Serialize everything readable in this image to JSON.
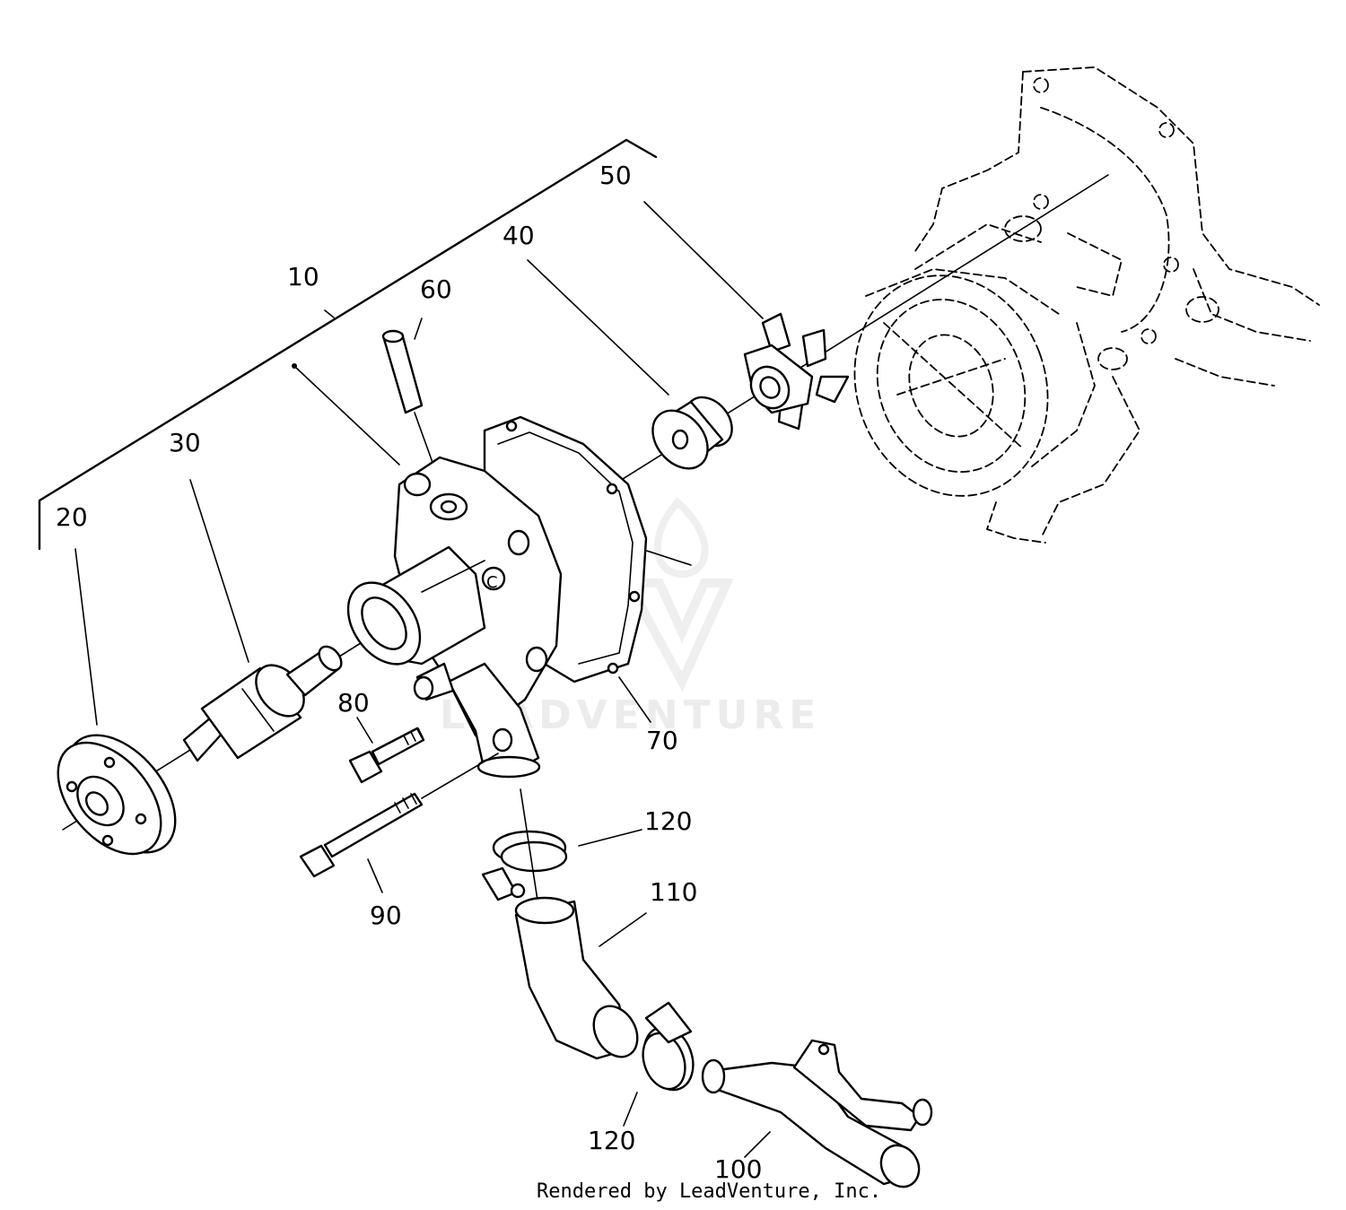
{
  "labels": {
    "p10": "10",
    "p20": "20",
    "p30": "30",
    "p40": "40",
    "p50": "50",
    "p60": "60",
    "p70": "70",
    "p80": "80",
    "p90": "90",
    "p100": "100",
    "p110": "110",
    "p120a": "120",
    "p120b": "120",
    "casting_mark": "C"
  },
  "watermark": "LEADVENTURE",
  "credit": "Rendered by LeadVenture, Inc."
}
